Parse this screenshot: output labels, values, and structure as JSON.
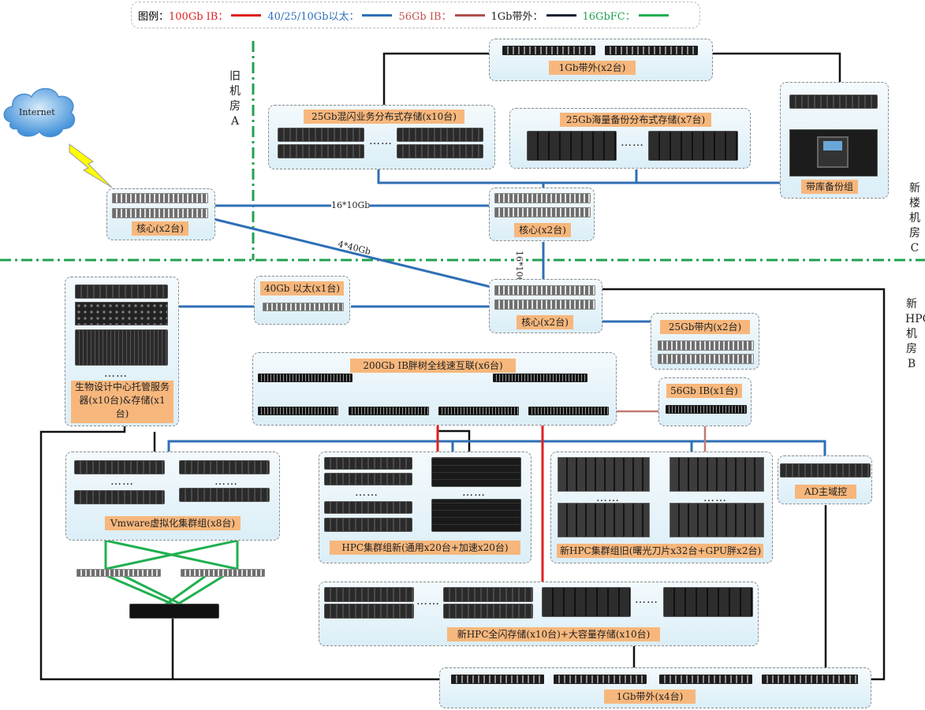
{
  "legend": {
    "prefix": "图例：",
    "items": [
      {
        "label": "100Gb IB：",
        "color": "#e02020",
        "text_color": "#e02020"
      },
      {
        "label": "40/25/10Gb以太：",
        "color": "#2f6fb5",
        "text_color": "#2f6fb5"
      },
      {
        "label": "56Gb IB：",
        "color": "#b0504a",
        "text_color": "#c0504d"
      },
      {
        "label": "1Gb带外：",
        "color": "#1a2236",
        "text_color": "#222222"
      },
      {
        "label": "16GbFC：",
        "color": "#20b050",
        "text_color": "#20a050"
      }
    ]
  },
  "rooms": {
    "old_a": "旧机房A",
    "new_c": "新楼机房C",
    "hpc_b": "新HPC机房B"
  },
  "internet": "Internet",
  "labels": {
    "oob_top": "1Gb带外(x2台)",
    "hybrid_storage": "25Gb混闪业务分布式存储(x10台)",
    "backup_storage": "25Gb海量备份分布式存储(x7台)",
    "tape": "带库备份组",
    "core_left": "核心(x2台)",
    "core_mid": "核心(x2台)",
    "core_bottom": "核心(x2台)",
    "eth40": "40Gb 以太(x1台)",
    "bio": "生物设计中心托管服务器(x10台)&存储(x1台)",
    "inband": "25Gb带内(x2台)",
    "ib_fabric": "200Gb IB胖树全线速互联(x6台)",
    "ib56": "56Gb IB(x1台)",
    "vmware": "Vmware虚拟化集群组(x8台)",
    "hpc_new": "HPC集群组新(通用x20台+加速x20台)",
    "hpc_old": "新HPC集群组旧(曙光刀片x32台+GPU胖x2台)",
    "ad": "AD主域控",
    "hpc_storage": "新HPC全闪存储(x10台)+大容量存储(x10台)",
    "oob_bottom": "1Gb带外(x4台)"
  },
  "link_labels": {
    "l1": "16*10Gb",
    "l2": "4*40Gb",
    "l3": "16*10Gb"
  },
  "ellipsis": "……"
}
